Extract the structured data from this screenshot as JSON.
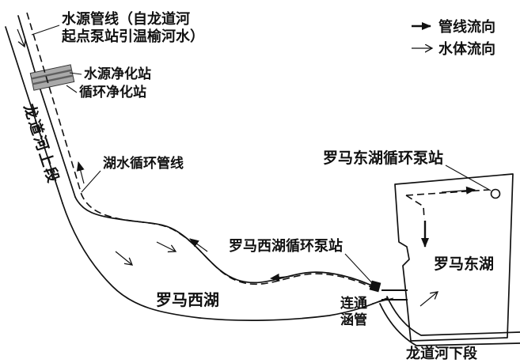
{
  "colors": {
    "ink": "#111111",
    "station_fill": "#a9a9a9",
    "station_stripe": "#5f5f5f",
    "background": "#ffffff"
  },
  "legend": {
    "items": [
      {
        "label": "管线流向",
        "icon": "solid-arrow-icon"
      },
      {
        "label": "水体流向",
        "icon": "open-arrow-icon"
      }
    ]
  },
  "labels": {
    "source_pipeline": {
      "line1": "水源管线（自龙道河",
      "line2": "起点泵站引温榆河水）"
    },
    "source_purify_station": "水源净化站",
    "circulation_purify_station": "循环净化站",
    "river_upper": "龙道河上段",
    "lake_circulation_pipeline": "湖水循环管线",
    "west_lake_pump_station": "罗马西湖循环泵站",
    "east_lake_pump_station": "罗马东湖循环泵站",
    "west_lake": "罗马西湖",
    "east_lake": "罗马东湖",
    "culvert": {
      "line1": "连通",
      "line2": "涵管"
    },
    "river_lower": "龙道河下段"
  }
}
